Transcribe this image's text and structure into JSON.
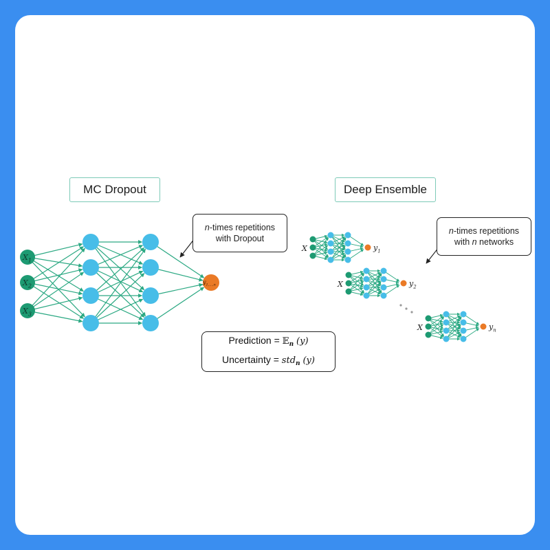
{
  "mc_dropout": {
    "title": "MC Dropout",
    "inputs": [
      {
        "base": "X",
        "sub": "1"
      },
      {
        "base": "X",
        "sub": "2"
      },
      {
        "base": "X",
        "sub": "3"
      }
    ],
    "output": {
      "base": "y",
      "sub": "1,...,n"
    },
    "callout": {
      "italic": "n",
      "line1_rest": "-times repetitions",
      "line2": "with Dropout"
    }
  },
  "deep_ensemble": {
    "title": "Deep Ensemble",
    "input_label": "X",
    "outputs": [
      {
        "base": "y",
        "sub": "1"
      },
      {
        "base": "y",
        "sub": "2"
      },
      {
        "base": "y",
        "sub": "n"
      }
    ],
    "callout": {
      "italic": "n",
      "line1_rest": "-times repetitions",
      "line2_prefix": "with ",
      "line2_italic": "n",
      "line2_rest": " networks"
    }
  },
  "formula": {
    "prediction_label": "Prediction = ",
    "prediction_op": "𝔼",
    "prediction_sub": "n",
    "prediction_arg": "(y)",
    "uncertainty_label": "Uncertainty = ",
    "uncertainty_op": "std",
    "uncertainty_sub": "n",
    "uncertainty_arg": "(y)"
  },
  "colors": {
    "background": "#3a8ef0",
    "card": "#ffffff",
    "input_node": "#1d9a72",
    "hidden_node": "#47bde8",
    "output_node": "#ea7a26",
    "edge": "#2aa882",
    "title_border": "#7ccab7"
  }
}
